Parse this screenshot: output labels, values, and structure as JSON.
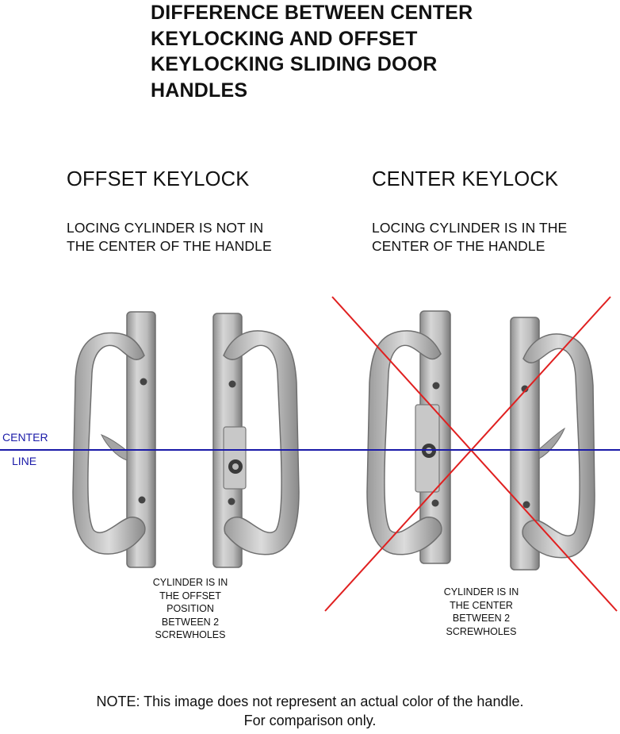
{
  "title": "DIFFERENCE BETWEEN CENTER\nKEYLOCKING AND OFFSET\nKEYLOCKING SLIDING DOOR\nHANDLES",
  "left": {
    "heading": "OFFSET KEYLOCK",
    "description": "LOCING CYLINDER IS NOT IN\nTHE CENTER OF THE HANDLE",
    "caption": "CYLINDER IS IN\nTHE OFFSET\nPOSITION\nBETWEEN 2\nSCREWHOLES"
  },
  "right": {
    "heading": "CENTER KEYLOCK",
    "description": "LOCING CYLINDER IS IN THE\nCENTER OF THE HANDLE",
    "caption": "CYLINDER IS IN\nTHE CENTER\nBETWEEN 2\nSCREWHOLES"
  },
  "center_line": {
    "label_top": "CENTER",
    "label_bottom": "LINE",
    "color": "#1a1aa8"
  },
  "cross_color": "#e02020",
  "note": "NOTE: This image does not represent an actual color of the handle.\nFor comparison only."
}
